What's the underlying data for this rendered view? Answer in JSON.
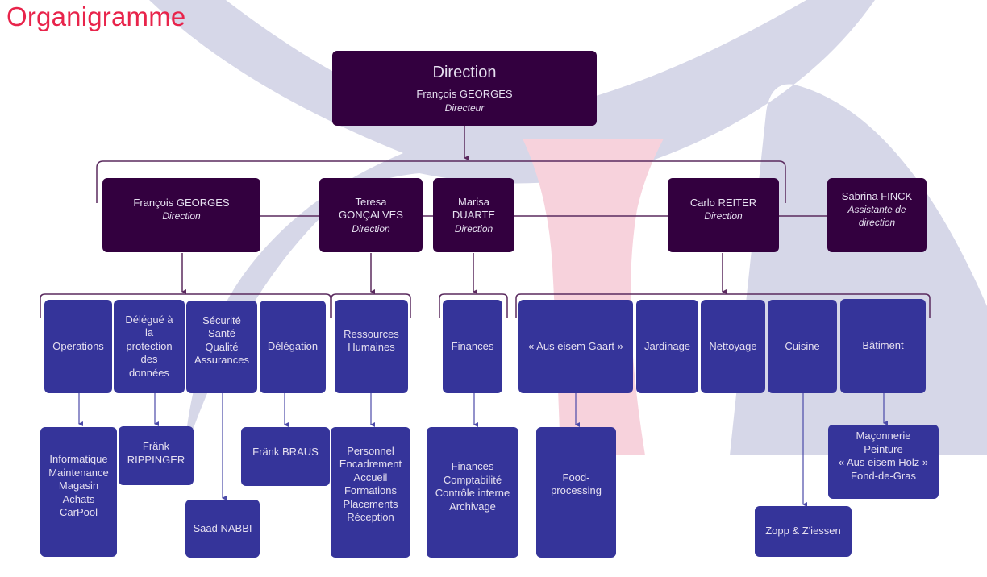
{
  "title": "Organigramme",
  "colors": {
    "title": "#e8244b",
    "executive_box": "#33003f",
    "department_box": "#35349a",
    "connector": "#5a2a5e",
    "background_shape_lavender": "#d6d7e8",
    "background_shape_pink": "#f7d2dc"
  },
  "top": {
    "heading": "Direction",
    "name": "François GEORGES",
    "role": "Directeur"
  },
  "executives": [
    {
      "name": "François GEORGES",
      "role": "Direction"
    },
    {
      "name": "Teresa GONÇALVES",
      "role": "Direction"
    },
    {
      "name": "Marisa DUARTE",
      "role": "Direction"
    },
    {
      "name": "Carlo REITER",
      "role": "Direction"
    },
    {
      "name": "Sabrina FINCK",
      "role": "Assistante de direction"
    }
  ],
  "departments": [
    {
      "label": "Operations",
      "manager": "François GEORGES"
    },
    {
      "label": "Délégué à la protection des données",
      "manager": "François GEORGES"
    },
    {
      "label": "Sécurité Santé Qualité Assurances",
      "manager": "François GEORGES"
    },
    {
      "label": "Délégation",
      "manager": "François GEORGES"
    },
    {
      "label": "Ressources Humaines",
      "manager": "Teresa GONÇALVES"
    },
    {
      "label": "Finances",
      "manager": "Marisa DUARTE"
    },
    {
      "label": "« Aus eisem Gaart »",
      "manager": "Carlo REITER"
    },
    {
      "label": "Jardinage",
      "manager": "Carlo REITER"
    },
    {
      "label": "Nettoyage",
      "manager": "Carlo REITER"
    },
    {
      "label": "Cuisine",
      "manager": "Carlo REITER"
    },
    {
      "label": "Bâtiment",
      "manager": "Carlo REITER"
    }
  ],
  "units": [
    {
      "parent": "Operations",
      "lines": [
        "Informatique",
        "Maintenance",
        "Magasin",
        "Achats",
        "CarPool"
      ]
    },
    {
      "parent": "Délégué à la protection des données",
      "lines": [
        "Fränk",
        "RIPPINGER"
      ]
    },
    {
      "parent": "Sécurité Santé Qualité Assurances",
      "lines": [
        "Saad NABBI"
      ]
    },
    {
      "parent": "Délégation",
      "lines": [
        "Fränk BRAUS"
      ]
    },
    {
      "parent": "Ressources Humaines",
      "lines": [
        "Personnel",
        "Encadrement",
        "Accueil",
        "Formations",
        "Placements",
        "Réception"
      ]
    },
    {
      "parent": "Finances",
      "lines": [
        "Finances",
        "Comptabilité",
        "Contrôle interne",
        "Archivage"
      ]
    },
    {
      "parent": "« Aus eisem Gaart »",
      "lines": [
        "Food-",
        "processing"
      ]
    },
    {
      "parent": "Cuisine",
      "lines": [
        "Zopp & Z'iessen"
      ]
    },
    {
      "parent": "Bâtiment",
      "lines": [
        "Maçonnerie",
        "Peinture",
        "« Aus eisem Holz »",
        "Fond-de-Gras"
      ]
    }
  ]
}
